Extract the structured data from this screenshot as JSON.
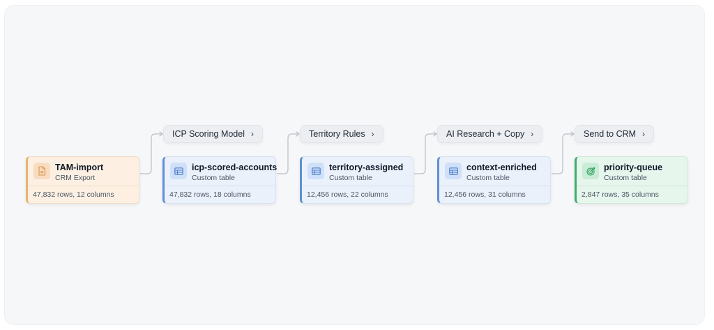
{
  "sources": [
    {
      "id": "tam",
      "title": "TAM-import",
      "subtitle": "CRM Export",
      "meta": "47,832 rows, 12 columns",
      "color": "#e8b46f",
      "icon": "document-icon"
    }
  ],
  "steps": [
    {
      "label": "ICP Scoring Model",
      "chevron": "›"
    },
    {
      "label": "Territory Rules",
      "chevron": "›"
    },
    {
      "label": "AI Research + Copy",
      "chevron": "›"
    },
    {
      "label": "Send to CRM",
      "chevron": "›"
    }
  ],
  "tables": [
    {
      "title": "icp-scored-accounts",
      "subtitle": "Custom table",
      "meta": "47,832 rows, 18 columns",
      "color": "#5f8fd6",
      "icon": "table-icon"
    },
    {
      "title": "territory-assigned",
      "subtitle": "Custom table",
      "meta": "12,456 rows, 22 columns",
      "color": "#5f8fd6",
      "icon": "table-icon"
    },
    {
      "title": "context-enriched",
      "subtitle": "Custom table",
      "meta": "12,456 rows, 31 columns",
      "color": "#5f8fd6",
      "icon": "table-icon"
    },
    {
      "title": "priority-queue",
      "subtitle": "Custom table",
      "meta": "2,847 rows, 35 columns",
      "color": "#3cae6b",
      "icon": "target-icon"
    }
  ]
}
